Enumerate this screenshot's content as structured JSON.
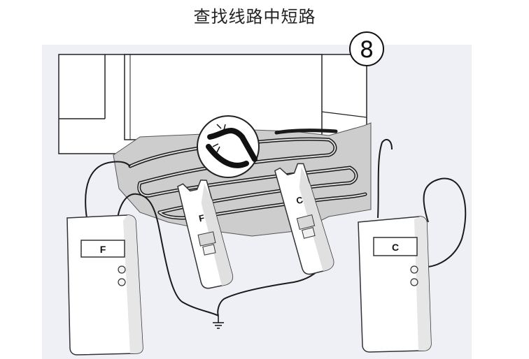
{
  "title": "查找线路中短路",
  "step_number": "8",
  "devices": {
    "left_meter": {
      "label": "F"
    },
    "right_meter": {
      "label": "C"
    },
    "left_probe": {
      "label": "F"
    },
    "right_probe": {
      "label": "C"
    }
  },
  "colors": {
    "background_panel": "#eef0f5",
    "floor": "#cdcdcd",
    "outline": "#222222",
    "cable": "#1a1a1a"
  }
}
